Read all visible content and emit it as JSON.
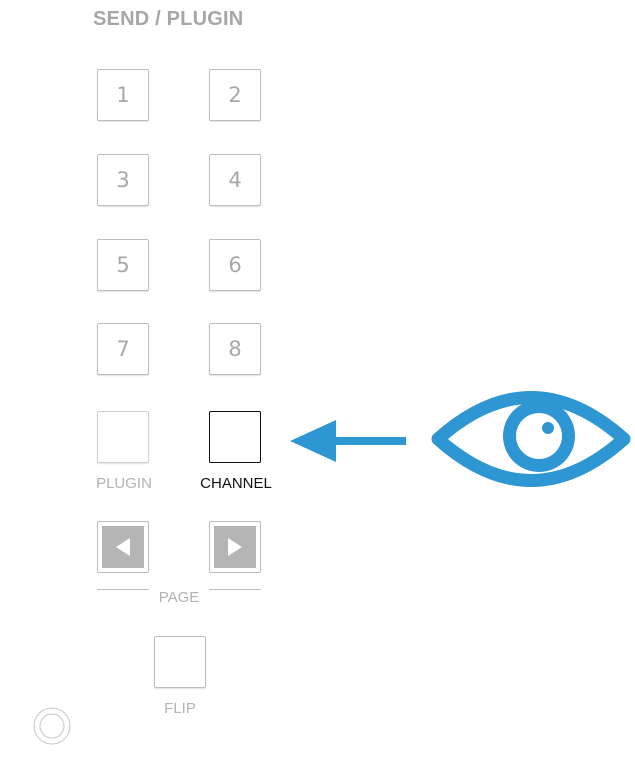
{
  "section_title": "SEND / PLUGIN",
  "pads": [
    {
      "number": "1"
    },
    {
      "number": "2"
    },
    {
      "number": "3"
    },
    {
      "number": "4"
    },
    {
      "number": "5"
    },
    {
      "number": "6"
    },
    {
      "number": "7"
    },
    {
      "number": "8"
    }
  ],
  "mode_buttons": {
    "plugin_label": "PLUGIN",
    "channel_label": "CHANNEL",
    "channel_state": "highlighted"
  },
  "page": {
    "label": "PAGE",
    "prev_icon": "triangle-left-icon",
    "next_icon": "triangle-right-icon"
  },
  "flip": {
    "label": "FLIP"
  },
  "annotation": {
    "arrow_icon": "arrow-left-icon",
    "eye_icon": "eye-icon",
    "color": "#2d96d3"
  },
  "colors": {
    "pad_text": "#a8a8a8",
    "pad_border": "#bdbdbd",
    "active_border": "#111111",
    "label_gray": "#b2b2b2",
    "label_active": "#111111"
  }
}
